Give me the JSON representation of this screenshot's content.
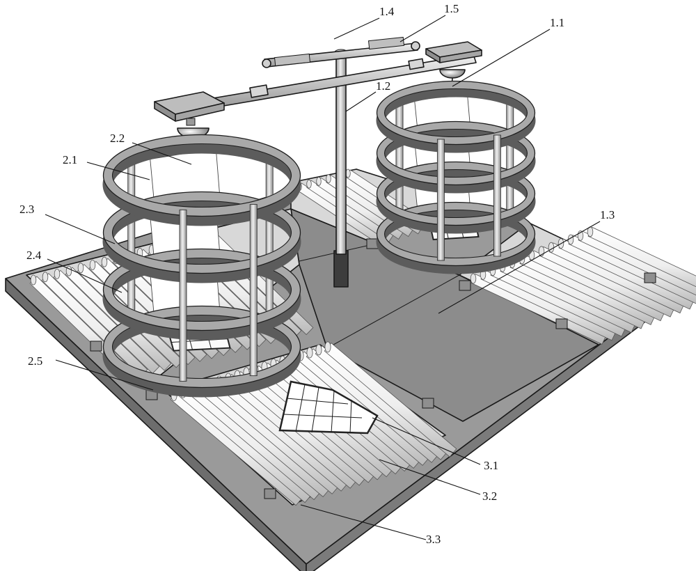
{
  "figure": {
    "labels": [
      {
        "id": "1.1",
        "text": "1.1"
      },
      {
        "id": "1.2",
        "text": "1.2"
      },
      {
        "id": "1.3",
        "text": "1.3"
      },
      {
        "id": "1.4",
        "text": "1.4"
      },
      {
        "id": "1.5",
        "text": "1.5"
      },
      {
        "id": "2.1",
        "text": "2.1"
      },
      {
        "id": "2.2",
        "text": "2.2"
      },
      {
        "id": "2.3",
        "text": "2.3"
      },
      {
        "id": "2.4",
        "text": "2.4"
      },
      {
        "id": "2.5",
        "text": "2.5"
      },
      {
        "id": "3.1",
        "text": "3.1"
      },
      {
        "id": "3.2",
        "text": "3.2"
      },
      {
        "id": "3.3",
        "text": "3.3"
      }
    ]
  },
  "colors": {
    "frame": "#8f8f8f",
    "frame_dark": "#6e6e6e",
    "platform": "#8a8a8a",
    "roller": "#f2f2f2",
    "ring": "#a6a6a6",
    "metal": "#c9c9c9"
  }
}
